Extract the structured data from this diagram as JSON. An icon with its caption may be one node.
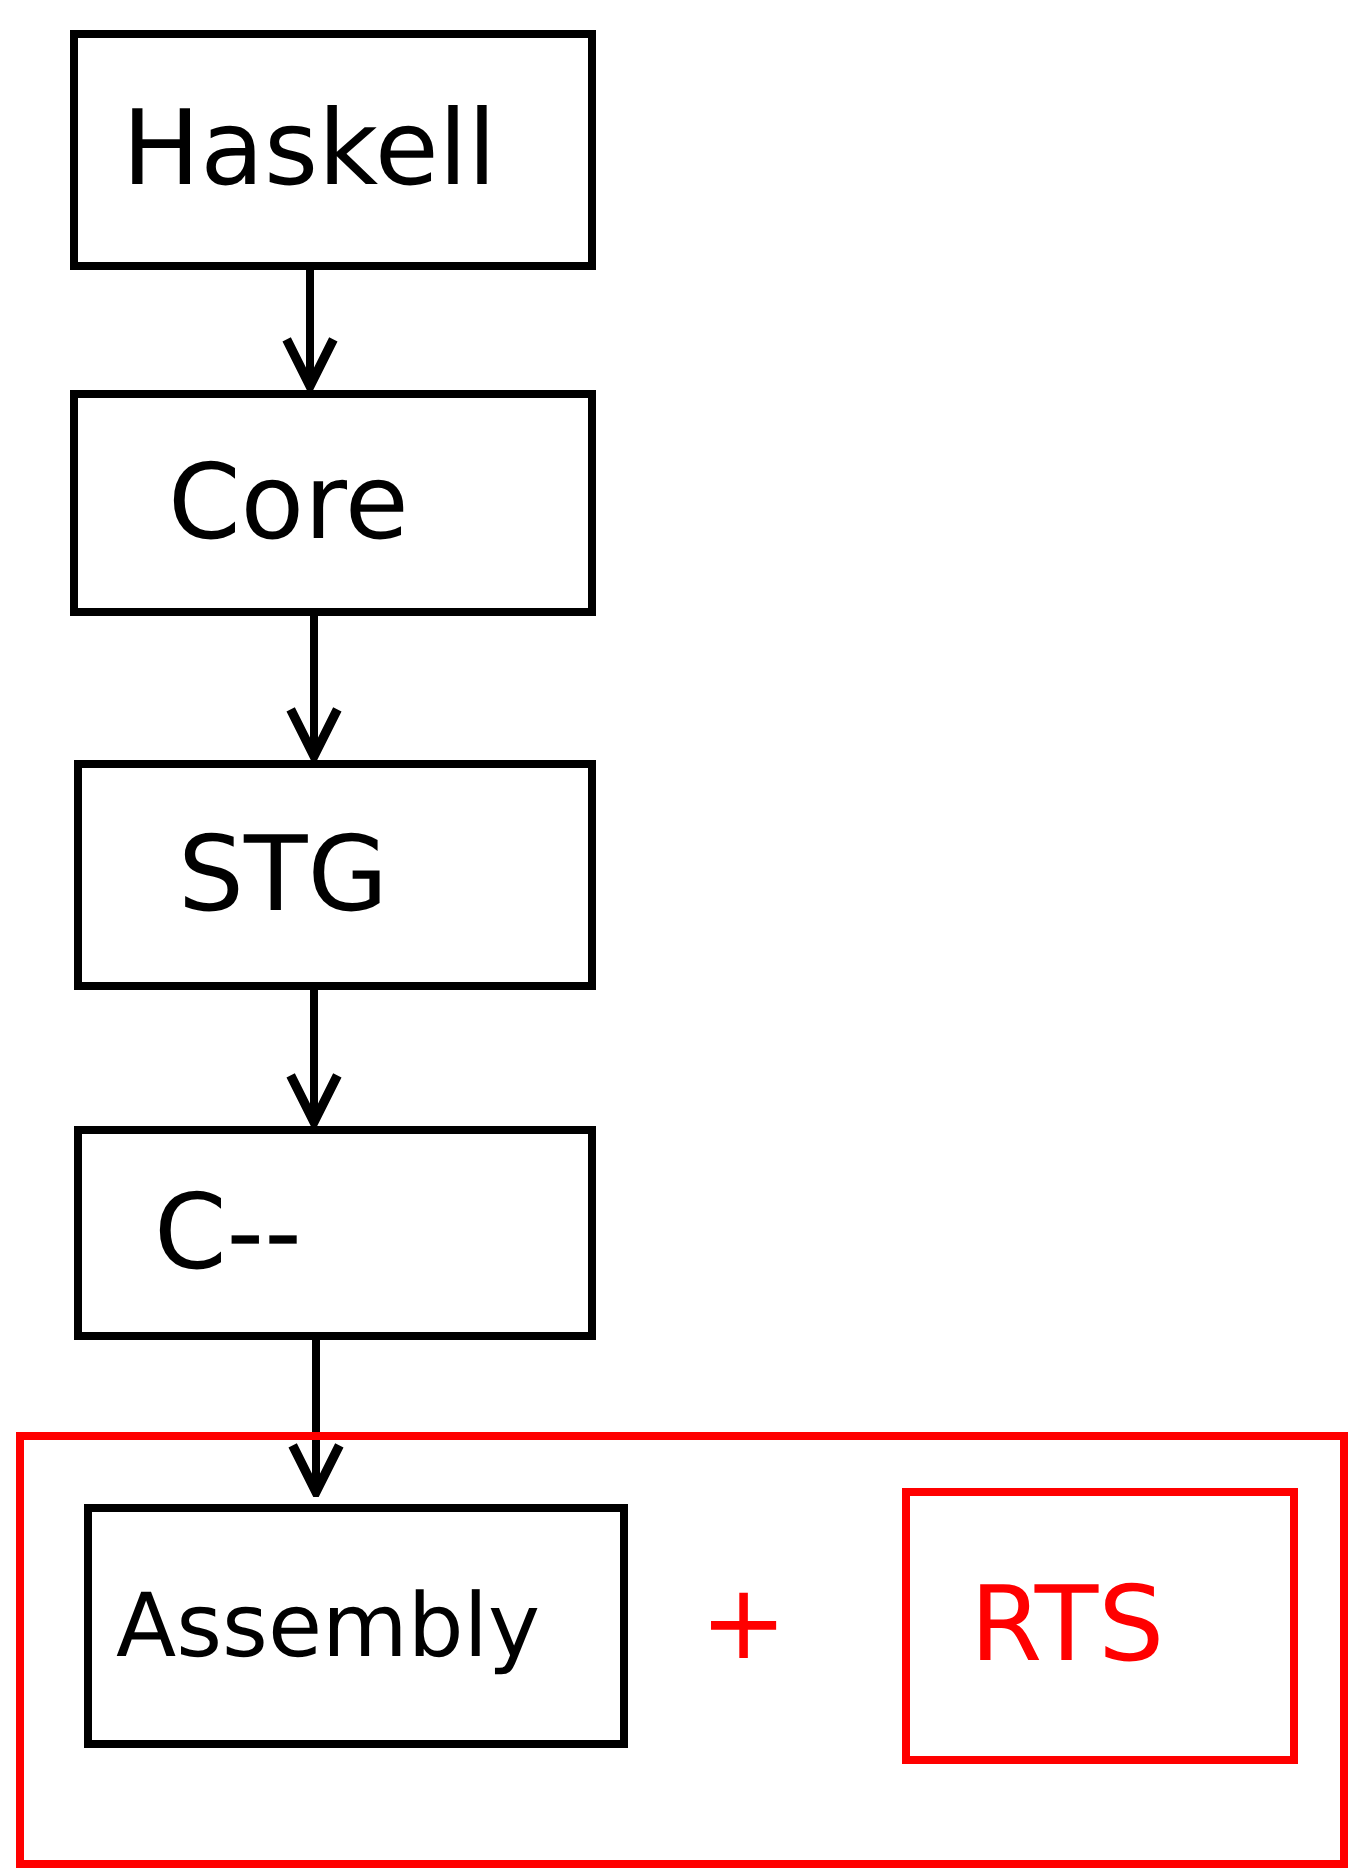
{
  "diagram": {
    "nodes": [
      {
        "text": [
          "Haskell"
        ]
      },
      {
        "text": [
          "Core"
        ]
      },
      {
        "text": [
          "STG"
        ]
      },
      {
        "text": [
          "C--"
        ]
      },
      {
        "text": [],
        "shape": "box"
      },
      {
        "text": [
          "Assembly"
        ],
        "in": 4
      },
      {
        "text": [
          "RTS"
        ],
        "in": 4
      }
    ],
    "edges": [
      {
        "from": 0,
        "to": 1,
        "arrow": "to"
      },
      {
        "from": 1,
        "to": 2,
        "arrow": "to"
      },
      {
        "from": 2,
        "to": 3,
        "arrow": "to"
      },
      {
        "from": 3,
        "to": 5,
        "arrow": "to"
      }
    ],
    "labels": [
      "+"
    ]
  }
}
